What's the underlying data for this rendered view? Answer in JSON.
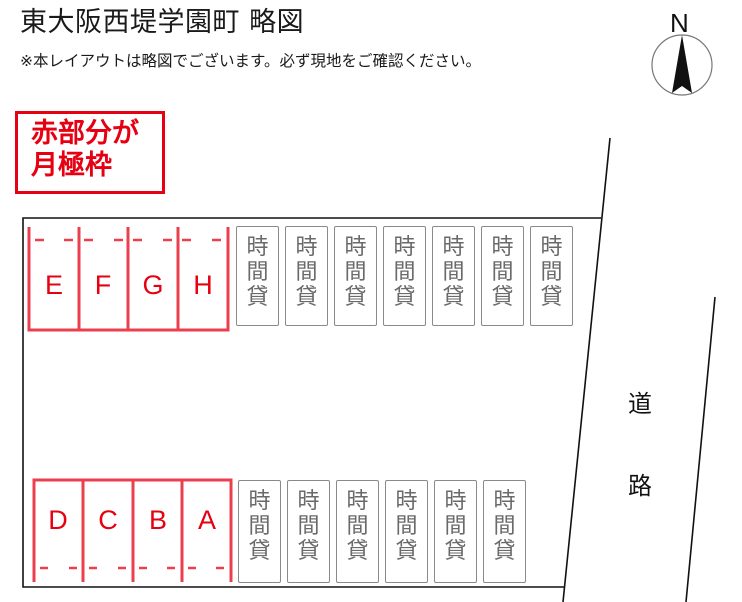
{
  "header": {
    "title": "東大阪西堤学園町 略図",
    "note": "※本レイアウトは略図でございます。必ず現地をご確認ください。"
  },
  "legend": {
    "line1": "赤部分が",
    "line2": "月極枠",
    "color": "#e60012"
  },
  "compass": {
    "label": "N",
    "icon": "north-arrow-icon"
  },
  "road": {
    "char1": "道",
    "char2": "路"
  },
  "monthly_stalls": {
    "top_row": [
      {
        "label": "E"
      },
      {
        "label": "F"
      },
      {
        "label": "G"
      },
      {
        "label": "H"
      }
    ],
    "bottom_row": [
      {
        "label": "D"
      },
      {
        "label": "C"
      },
      {
        "label": "B"
      },
      {
        "label": "A"
      }
    ]
  },
  "hourly_stalls": {
    "label_chars": [
      "時",
      "間",
      "貸"
    ],
    "top_row_count": 7,
    "bottom_row_count": 6
  },
  "colors": {
    "monthly": "#e60012",
    "hourly_border": "#8a8a8a",
    "hourly_text": "#6a6a6a"
  }
}
